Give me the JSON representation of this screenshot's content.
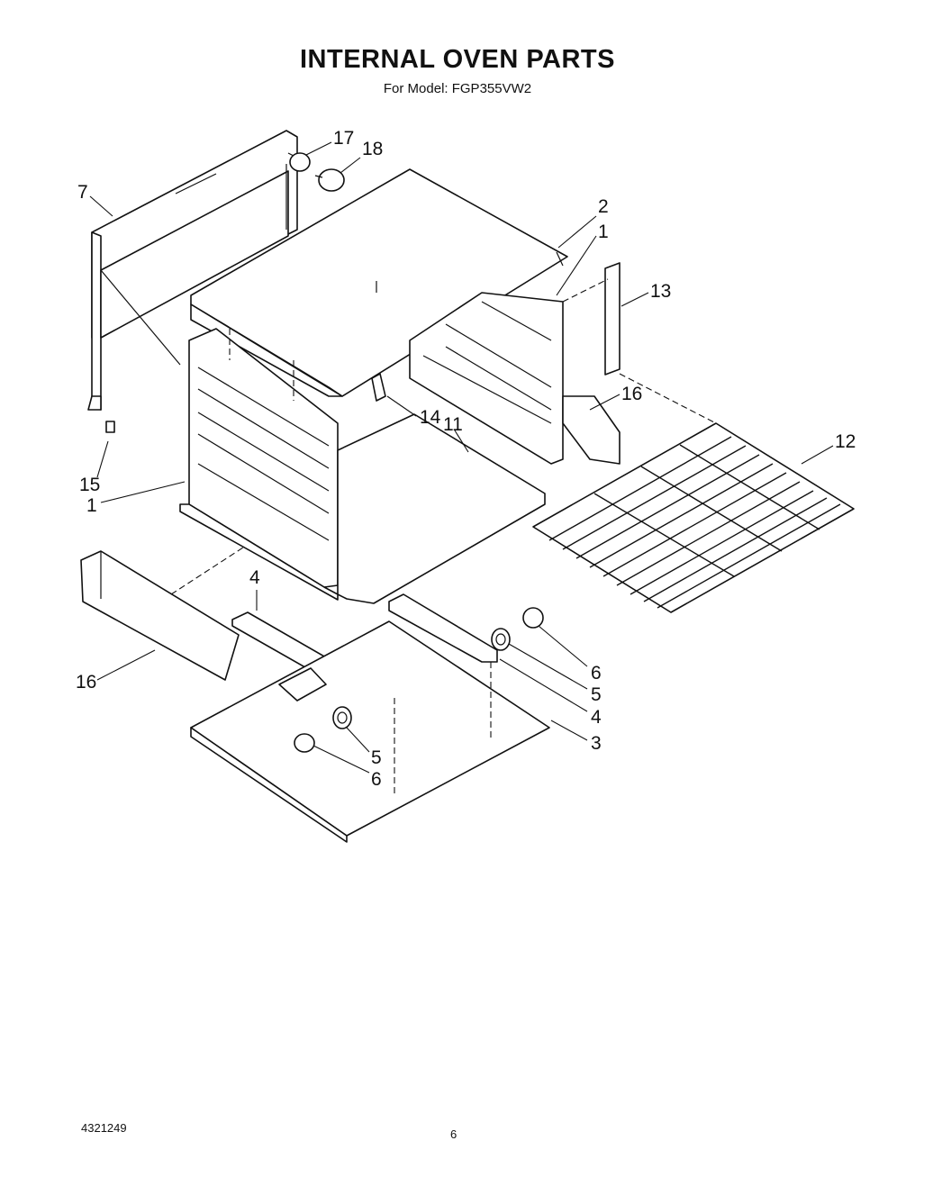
{
  "header": {
    "title": "INTERNAL OVEN PARTS",
    "subtitle": "For Model: FGP355VW2"
  },
  "footer": {
    "doc_number": "4321249",
    "page_number": "6"
  },
  "callouts": {
    "c17": "17",
    "c18": "18",
    "c7": "7",
    "c2": "2",
    "c1_top": "1",
    "c13": "13",
    "c16_right": "16",
    "c14": "14",
    "c11": "11",
    "c12": "12",
    "c15": "15",
    "c1_left": "1",
    "c4_top": "4",
    "c16_left": "16",
    "c6_right": "6",
    "c5_right": "5",
    "c4_right": "4",
    "c3": "3",
    "c5_bottom": "5",
    "c6_bottom": "6"
  }
}
